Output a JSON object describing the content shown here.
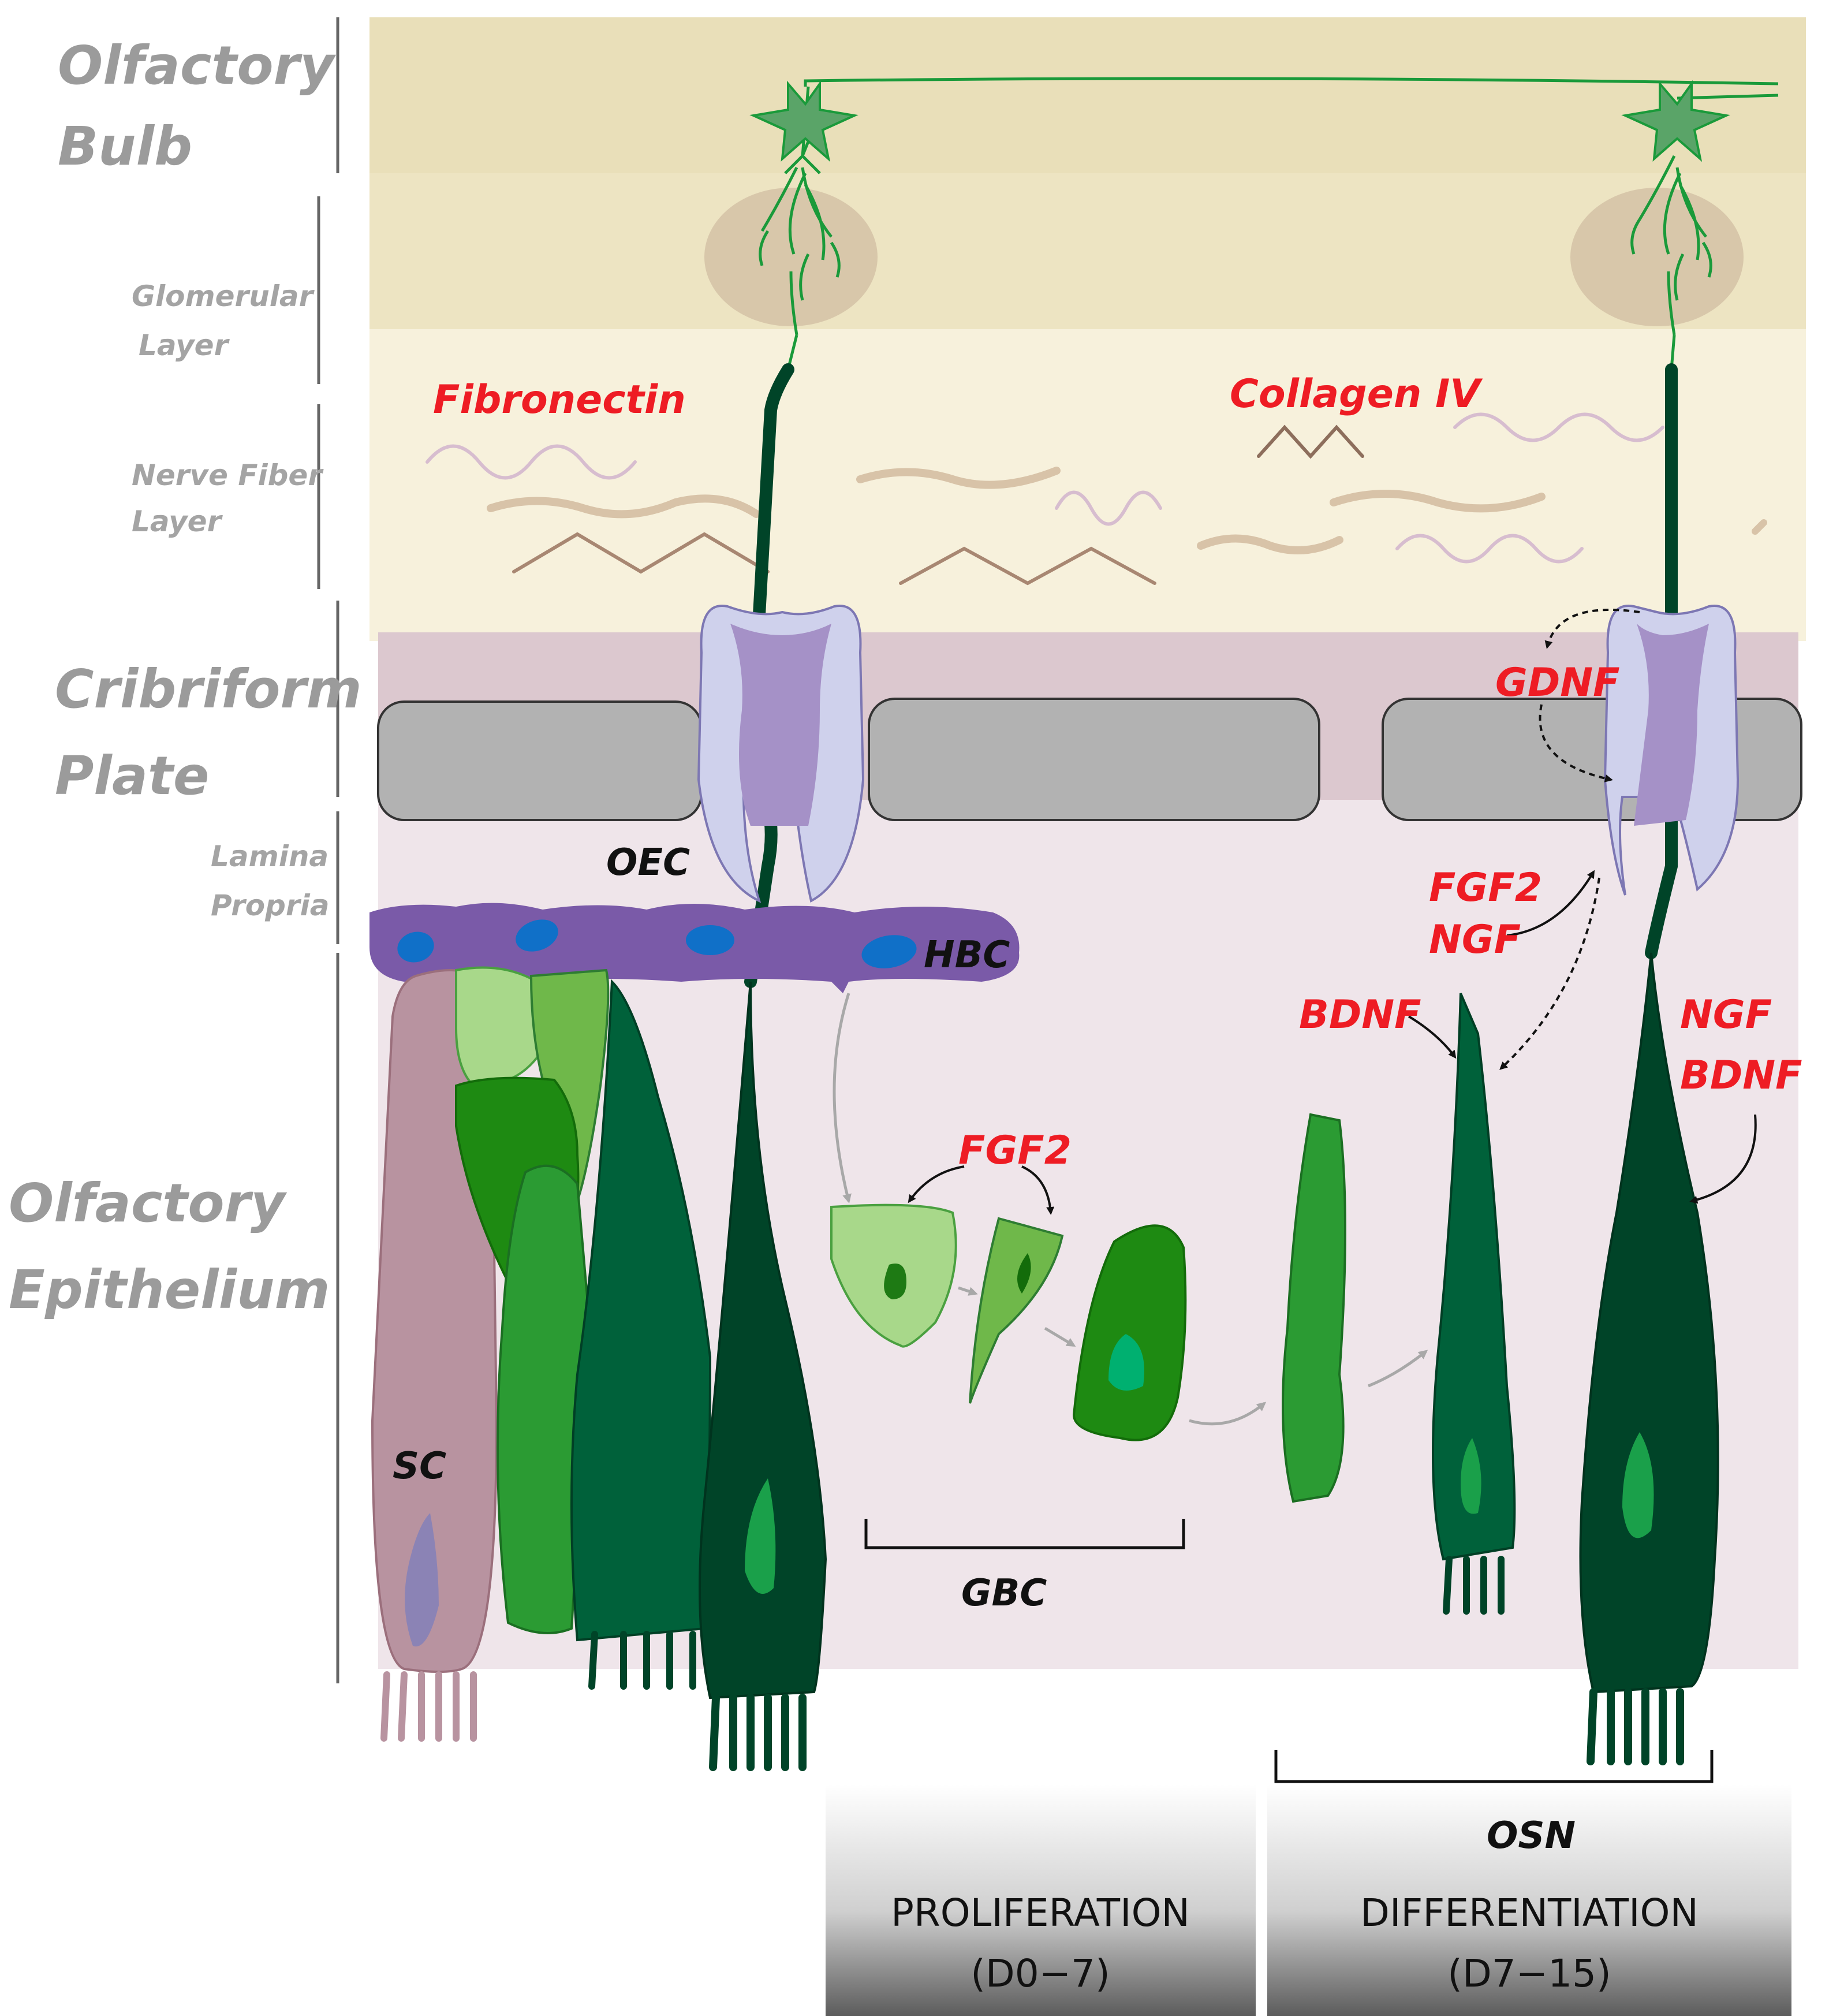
{
  "regions": {
    "olfactory_bulb": [
      "Olfactory",
      "Bulb"
    ],
    "cribriform_plate": [
      "Cribriform",
      "Plate"
    ],
    "olfactory_epithelium": [
      "Olfactory",
      "Epithelium"
    ]
  },
  "sublayers": {
    "glomerular_layer": [
      "Glomerular",
      "Layer"
    ],
    "nerve_fiber_layer": [
      "Nerve Fiber",
      "Layer"
    ],
    "lamina_propria": [
      "Lamina",
      "Propria"
    ]
  },
  "factors": {
    "fibronectin": "Fibronectin",
    "collagen_iv": "Collagen IV",
    "gdnf": "GDNF",
    "fgf2_a": "FGF2",
    "ngf_a": "NGF",
    "bdnf_a": "BDNF",
    "fgf2_b": "FGF2",
    "ngf_b": "NGF",
    "bdnf_b": "BDNF"
  },
  "cells": {
    "oec": "OEC",
    "hbc": "HBC",
    "sc": "SC",
    "gbc": "GBC",
    "osn": "OSN"
  },
  "phases": {
    "proliferation": {
      "title": "PROLIFERATION",
      "range": "(D0−7)"
    },
    "differentiation": {
      "title": "DIFFERENTIATION",
      "range": "(D7−15)"
    }
  },
  "colors": {
    "bulb": "#ede4c2",
    "nerve_layer": "#f6f0da",
    "plate": "#dcc8cf",
    "epithelium": "#efe5ea",
    "bone": "#b2b2b2",
    "oec": "#a591c7",
    "hbc": "#7a5aa8",
    "osn_dark": "#004428",
    "factor_red": "#ee1c24"
  }
}
